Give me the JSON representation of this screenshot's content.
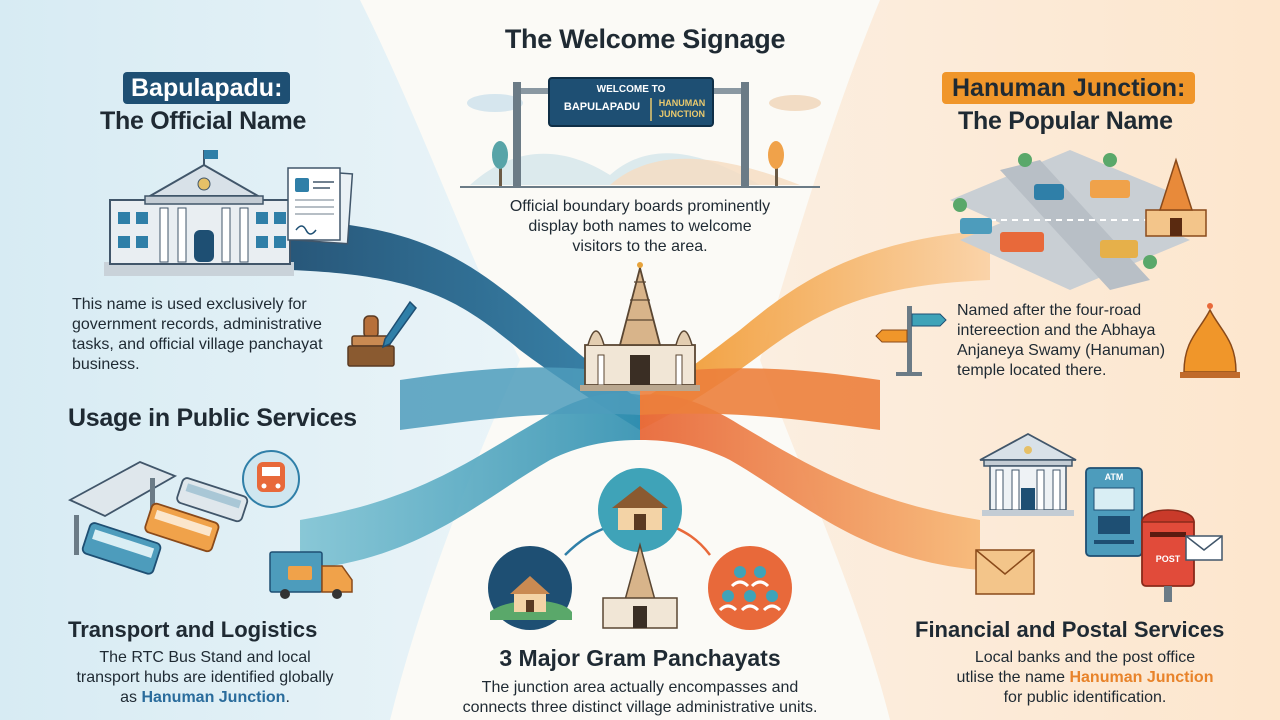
{
  "colors": {
    "blue_dark": "#1e4f73",
    "blue_mid": "#2f7fa8",
    "teal": "#3fa3b8",
    "orange": "#f0962a",
    "orange_dark": "#e8693a",
    "bg": "#fbfaf6"
  },
  "signage": {
    "title": "The Welcome Signage",
    "board_line1": "WELCOME TO",
    "board_left": "BAPULAPADU",
    "board_right_1": "HANUMAN",
    "board_right_2": "JUNCTION",
    "desc_1": "Official boundary boards prominently",
    "desc_2": "display both names to welcome",
    "desc_3": "visitors to the area."
  },
  "official": {
    "tag": "Bapulapadu:",
    "title": "The Official Name",
    "desc_1": "This name is used exclusively for",
    "desc_2": "government records, administrative",
    "desc_3": "tasks, and official village panchayat",
    "desc_4": "business."
  },
  "popular": {
    "tag": "Hanuman Junction:",
    "title": "The Popular Name",
    "desc_1": "Named after the four-road",
    "desc_2": "intereection and the Abhaya",
    "desc_3": "Anjaneya Swamy (Hanuman)",
    "desc_4": "temple located there."
  },
  "public_services": {
    "title": "Usage in Public Services"
  },
  "transport": {
    "title": "Transport and Logistics",
    "desc_1": "The RTC Bus Stand and local",
    "desc_2": "transport hubs are identified globally",
    "desc_3_pre": "as ",
    "desc_3_hl": "Hanuman Junction",
    "desc_3_post": "."
  },
  "panchayats": {
    "title": "3 Major Gram Panchayats",
    "desc_1": "The junction area actually encompasses and",
    "desc_2": "connects three distinct village administrative units."
  },
  "financial": {
    "title": "Financial and Postal Services",
    "desc_1": "Local banks and the post office",
    "desc_2_pre": "utlise the name ",
    "desc_2_hl": "Hanuman Junction",
    "desc_3": "for public identification.",
    "atm_label": "ATM",
    "post_label": "POST"
  },
  "icons": [
    "government-building-icon",
    "document-icon",
    "stamp-icon",
    "pen-icon",
    "signboard-icon",
    "temple-icon",
    "intersection-icon",
    "direction-post-icon",
    "hanuman-temple-icon",
    "bus-stand-icon",
    "train-icon",
    "truck-icon",
    "hut-icon",
    "village-icon",
    "people-icon",
    "bank-icon",
    "atm-icon",
    "postbox-icon",
    "envelope-icon"
  ]
}
